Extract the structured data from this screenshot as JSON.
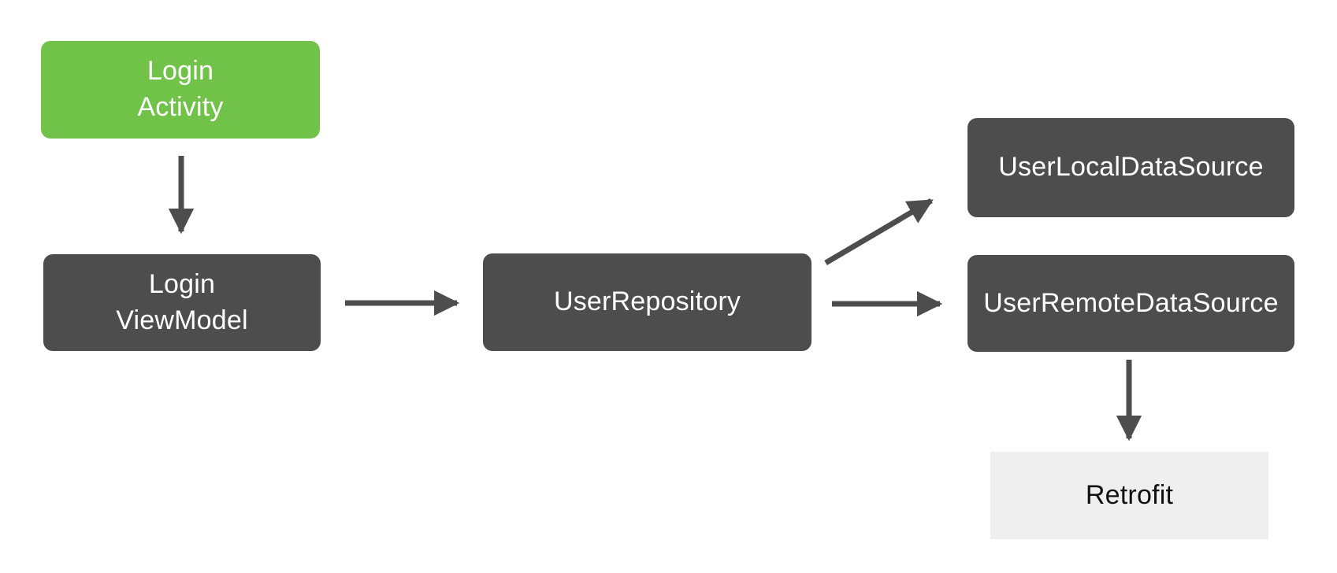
{
  "diagram": {
    "background": "#ffffff",
    "colors": {
      "activity_green": "#71c249",
      "node_dark_gray": "#4d4d4d",
      "retrofit_light_gray": "#efefef",
      "arrow_gray": "#4d4d4d",
      "text_on_dark": "#ffffff",
      "text_on_light": "#111111"
    },
    "nodes": [
      {
        "id": "login-activity",
        "label": "Login\nActivity",
        "style": "green"
      },
      {
        "id": "login-viewmodel",
        "label": "Login\nViewModel",
        "style": "dark"
      },
      {
        "id": "user-repository",
        "label": "UserRepository",
        "style": "dark"
      },
      {
        "id": "user-local-data-source",
        "label": "UserLocalDataSource",
        "style": "dark"
      },
      {
        "id": "user-remote-data-source",
        "label": "UserRemoteDataSource",
        "style": "dark"
      },
      {
        "id": "retrofit",
        "label": "Retrofit",
        "style": "light"
      }
    ],
    "edges": [
      {
        "from": "login-activity",
        "to": "login-viewmodel"
      },
      {
        "from": "login-viewmodel",
        "to": "user-repository"
      },
      {
        "from": "user-repository",
        "to": "user-local-data-source"
      },
      {
        "from": "user-repository",
        "to": "user-remote-data-source"
      },
      {
        "from": "user-remote-data-source",
        "to": "retrofit"
      }
    ]
  }
}
